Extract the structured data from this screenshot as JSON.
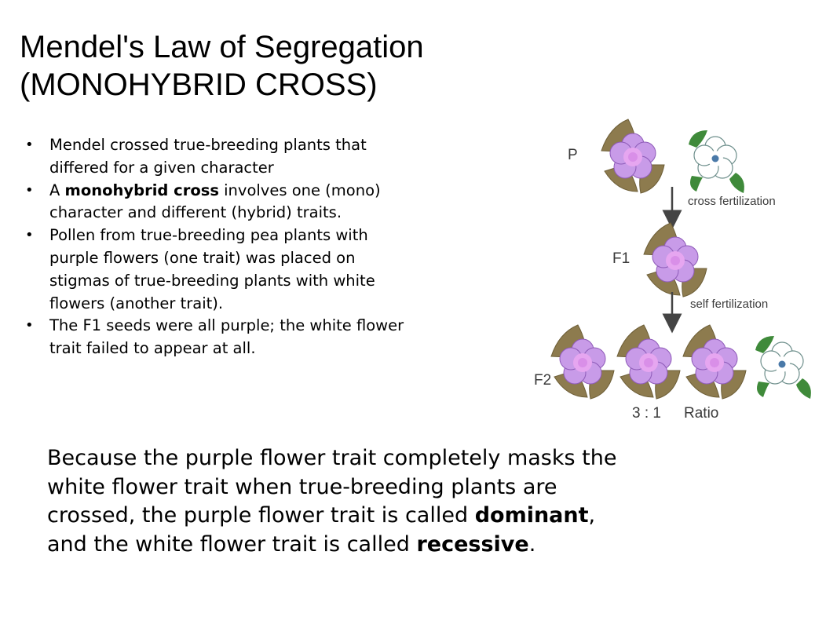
{
  "title": {
    "line1": "Mendel's Law of Segregation",
    "line2": "(MONOHYBRID CROSS)"
  },
  "bullets": [
    {
      "lines": [
        "Mendel crossed true-breeding plants that",
        "differed for a given character"
      ]
    },
    {
      "pre": "A ",
      "bold": "monohybrid cross",
      "post": " involves one (mono)",
      "line2": "character and different (hybrid) traits."
    },
    {
      "lines": [
        "Pollen from true-breeding pea plants with",
        "purple flowers (one trait) was placed on",
        "stigmas of true-breeding plants with white",
        "flowers (another trait)."
      ]
    },
    {
      "lines": [
        "The F1 seeds were all purple; the white flower",
        "trait failed to appear at all."
      ]
    }
  ],
  "diagram": {
    "label_p": "P",
    "label_f1": "F1",
    "label_f2": "F2",
    "arrow1_label": "cross fertilization",
    "arrow2_label": "self fertilization",
    "ratio_left": "3 : 1",
    "ratio_right": "Ratio",
    "colors": {
      "purple_petal": "#c89be8",
      "purple_center": "#e6a6f0",
      "purple_outline": "#8e5bb8",
      "leaf_brown": "#8d7b4e",
      "leaf_green": "#3f8a3a",
      "white_petal": "#ffffff",
      "white_outline": "#6e8f8c",
      "white_center": "#4a79a8"
    }
  },
  "conclusion": {
    "line1": "Because the purple flower trait completely masks the",
    "line2": "white flower trait when true-breeding plants are",
    "line3_pre": "crossed, the purple flower trait is called ",
    "line3_bold": "dominant",
    "line3_post": ",",
    "line4_pre": "and the white flower trait is called ",
    "line4_bold": "recessive",
    "line4_post": "."
  }
}
